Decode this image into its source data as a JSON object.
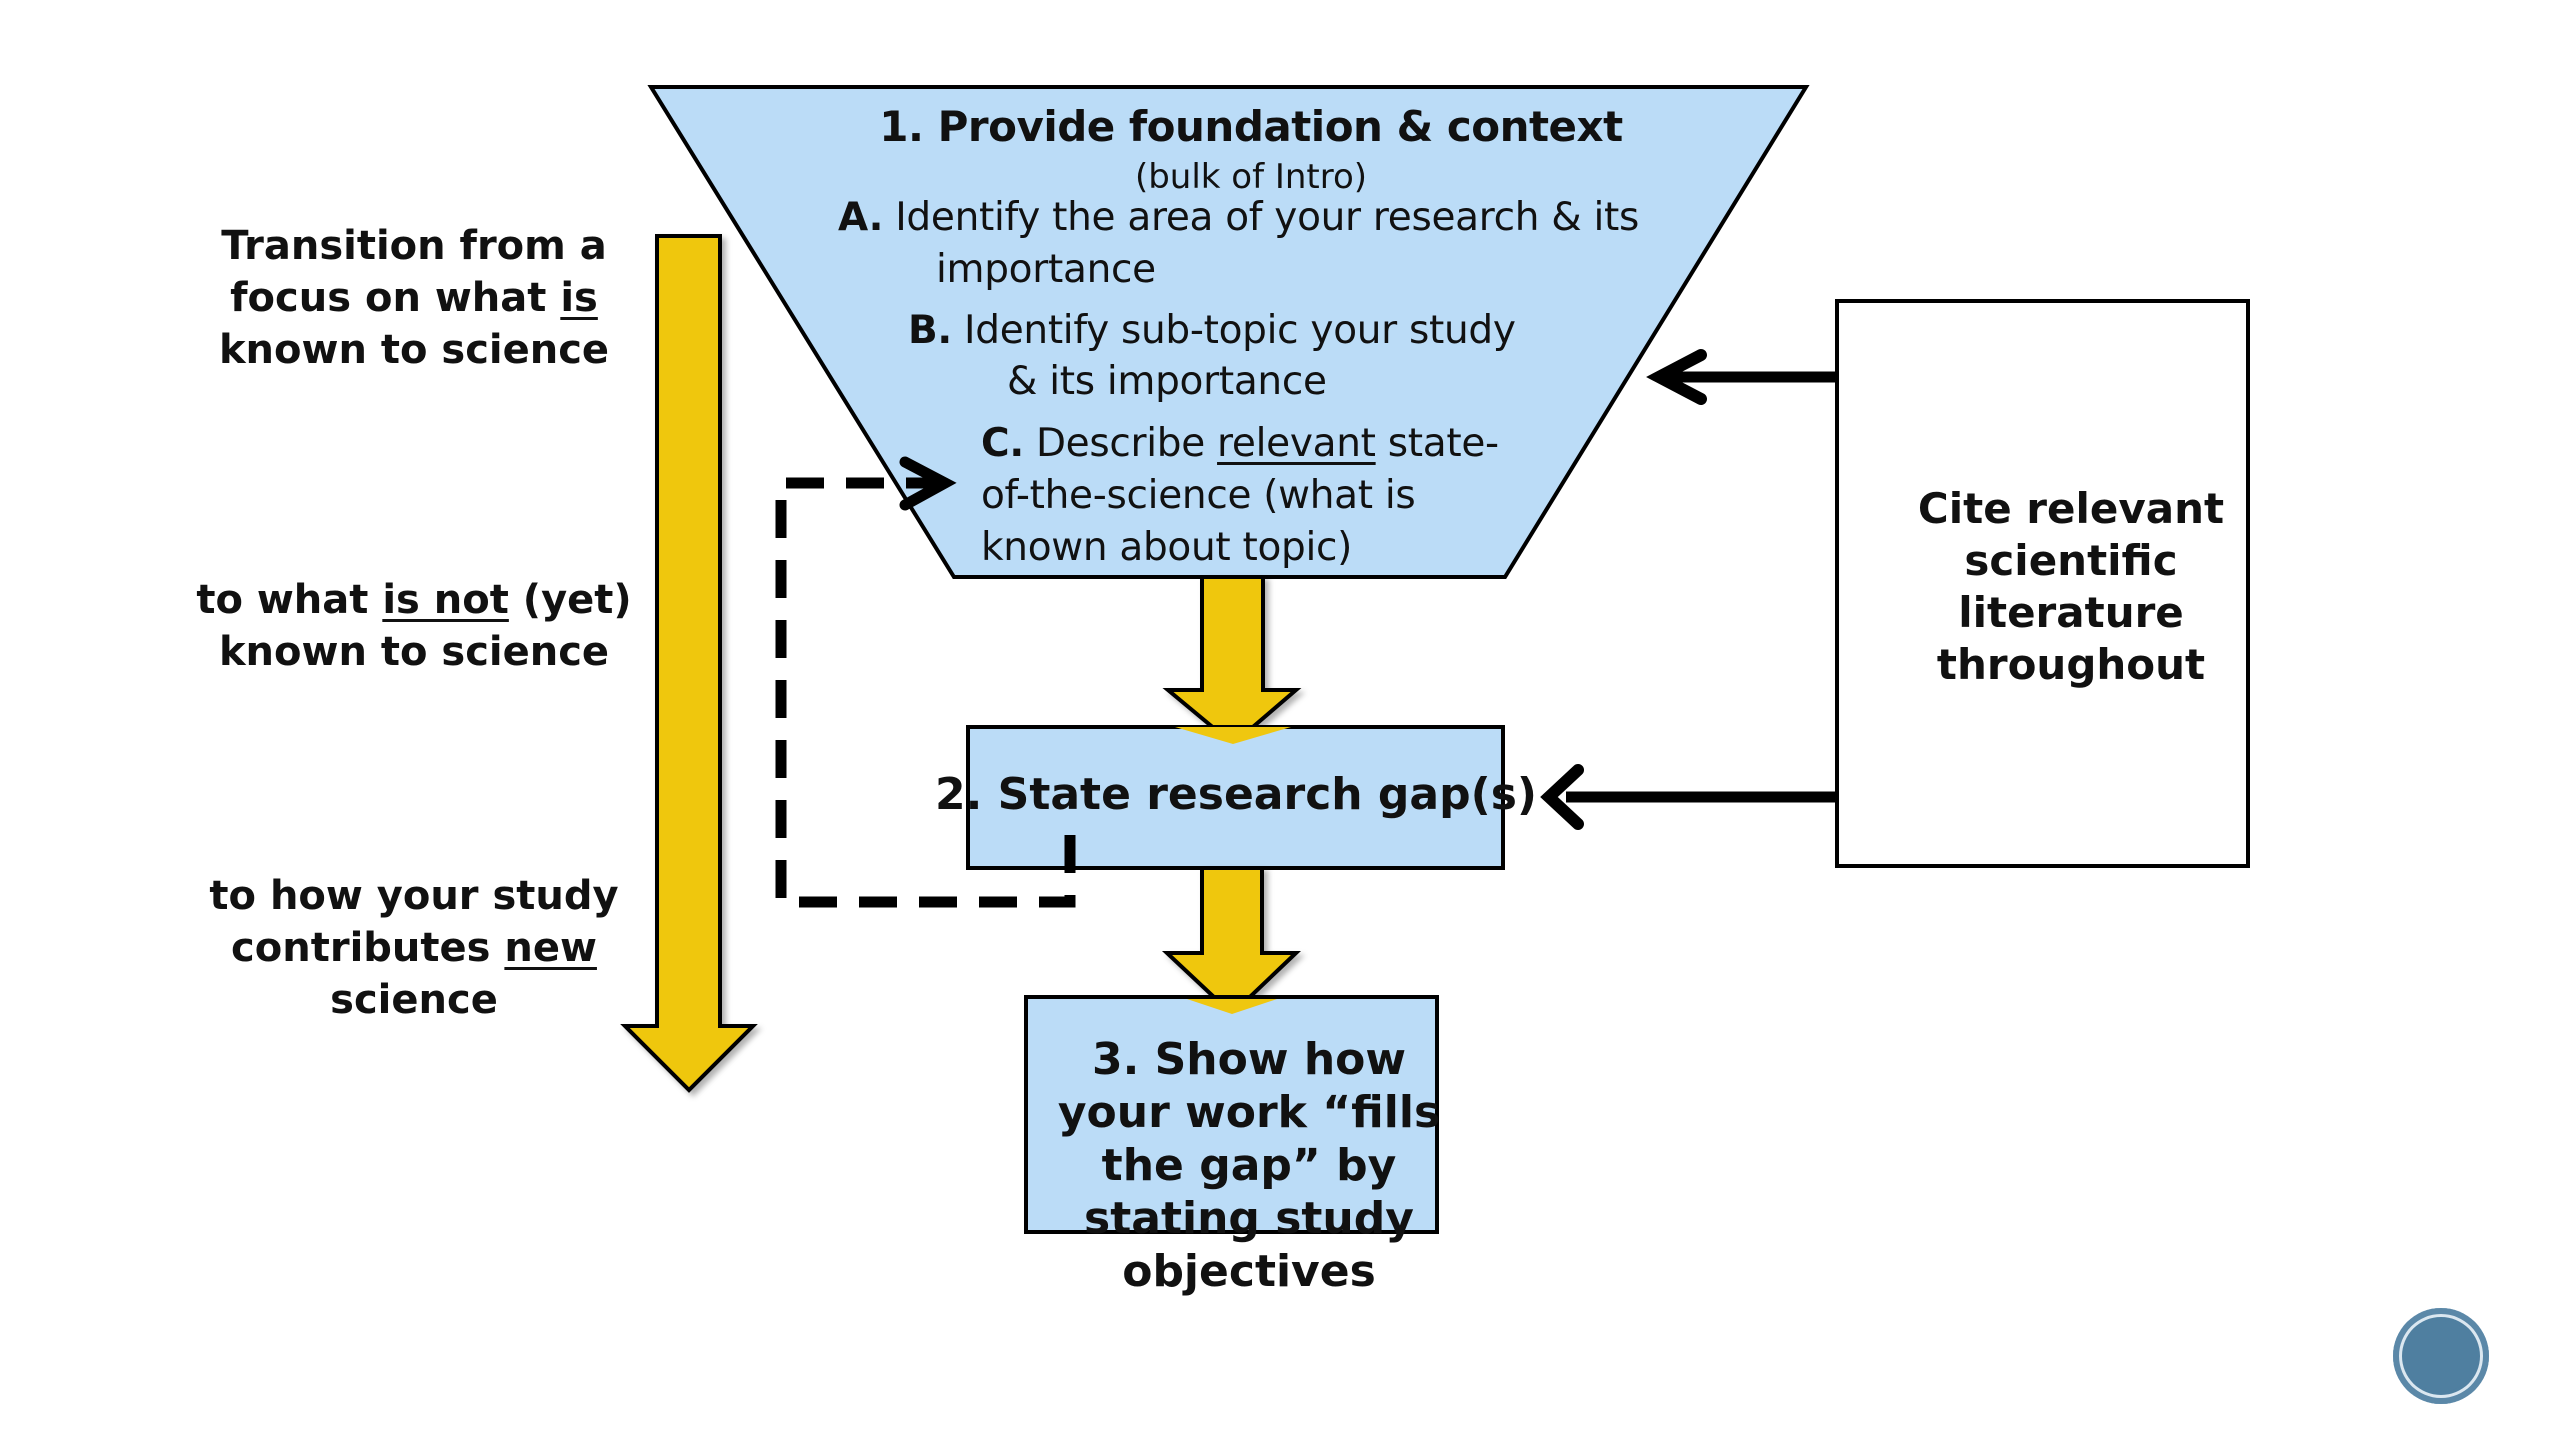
{
  "colors": {
    "funnel_fill": "#bbdcf7",
    "box_fill": "#bbdcf7",
    "arrow_yellow": "#efc70f",
    "outline": "#000000",
    "logo": "#4f7fa0"
  },
  "left_column": {
    "block1": {
      "line1": "Transition from a",
      "line2_pre": "focus on what ",
      "line2_u": "is",
      "line3": "known to science"
    },
    "block2": {
      "line1_pre": "to what ",
      "line1_u": "is not",
      "line1_post": " (yet)",
      "line2": "known to science"
    },
    "block3": {
      "line1": "to how your study",
      "line2_pre": "contributes ",
      "line2_u": "new",
      "line3": "science"
    }
  },
  "funnel": {
    "title": "1. Provide foundation & context",
    "subtitle": "(bulk of Intro)",
    "item_a": {
      "marker": "A.",
      "line1": " Identify the area of your research & its",
      "line2": "importance"
    },
    "item_b": {
      "marker": "B.",
      "line1": " Identify sub-topic your study",
      "line2": "& its importance"
    },
    "item_c": {
      "marker": "C.",
      "line1_pre": " Describe ",
      "line1_u": "relevant",
      "line1_post": " state-",
      "line2": "of-the-science (what is",
      "line3": "known about topic)"
    }
  },
  "box2": {
    "label": "2. State research gap(s)"
  },
  "box3": {
    "lines": [
      "3. Show how",
      "your work “fills",
      "the gap” by",
      "stating study",
      "objectives"
    ]
  },
  "cite_box": {
    "lines": [
      "Cite relevant",
      "scientific",
      "literature",
      "throughout"
    ]
  },
  "logo": {
    "icon": "circular-logo-icon"
  }
}
